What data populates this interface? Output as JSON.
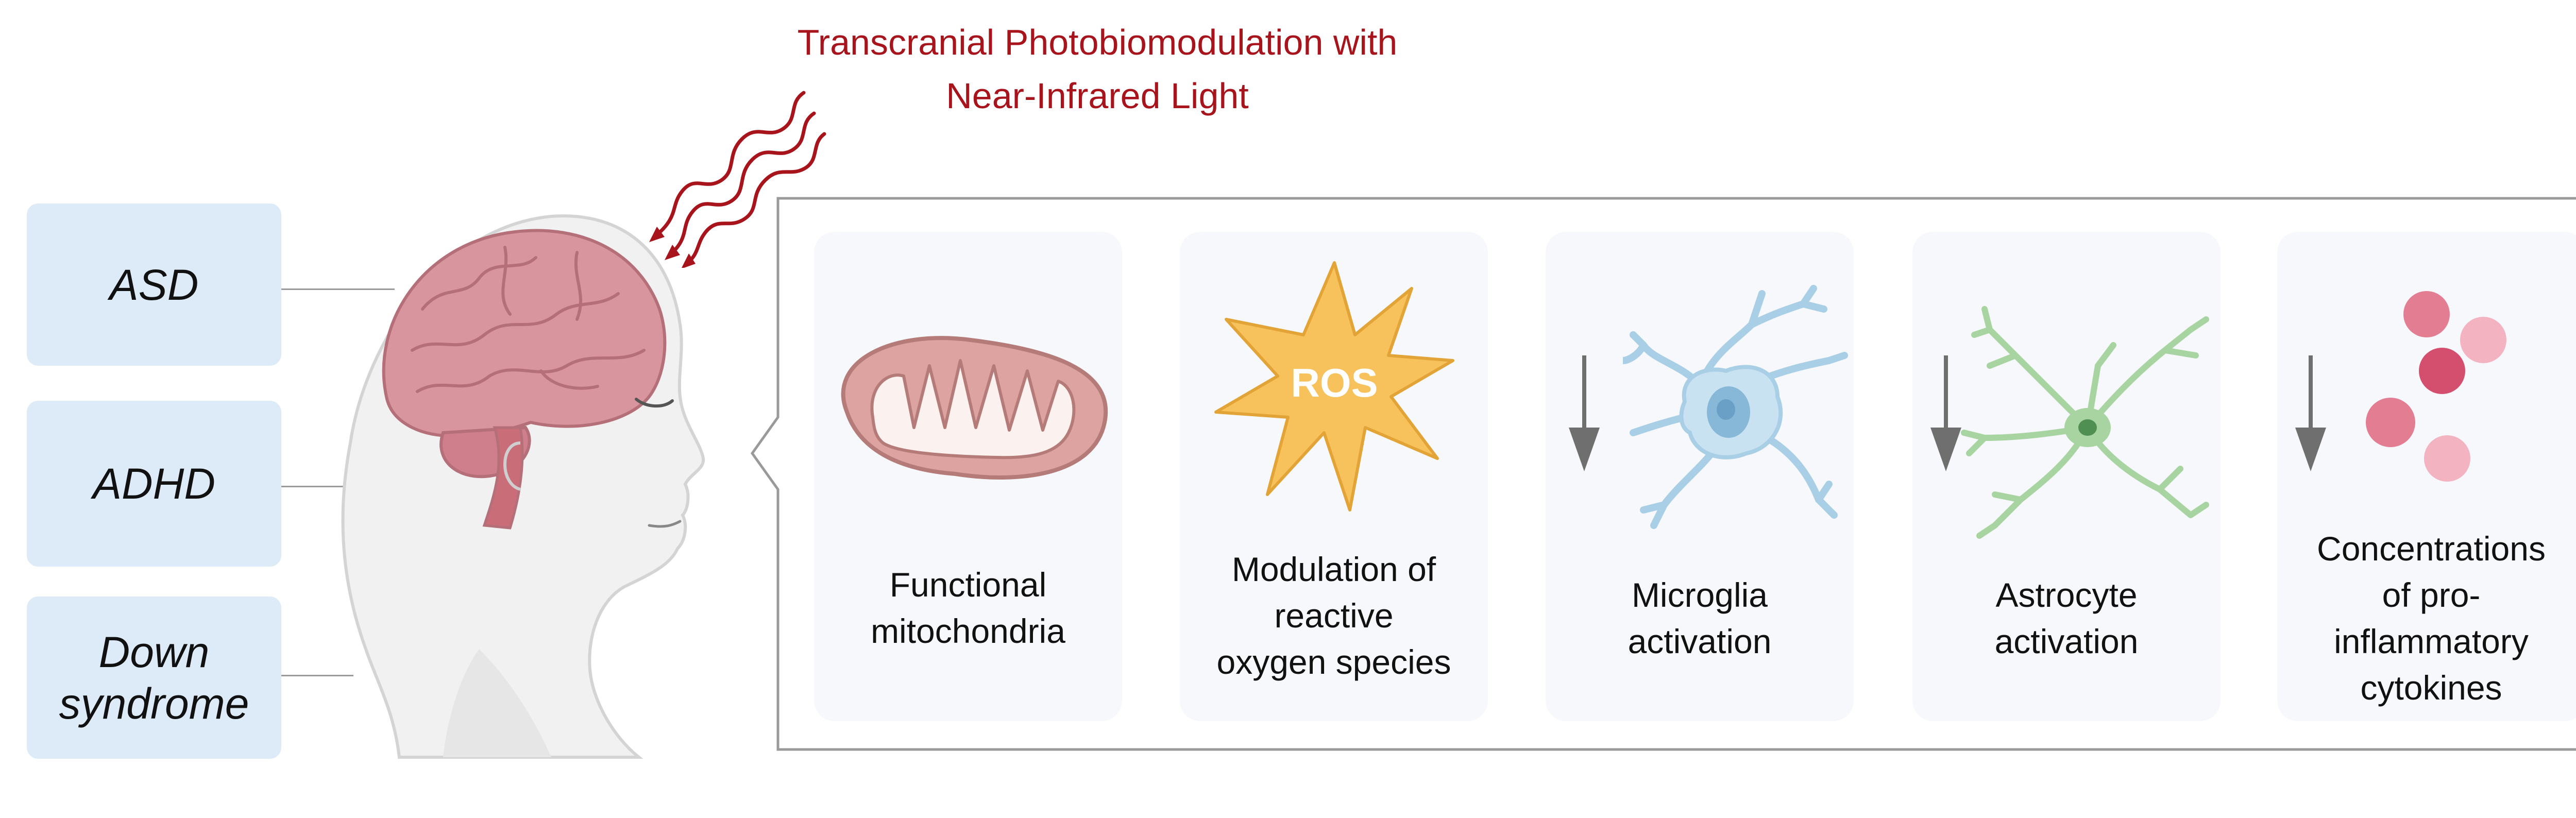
{
  "title": {
    "line1": "Transcranial Photobiomodulation with",
    "line2": "Near-Infrared Light"
  },
  "conditions": [
    {
      "lines": [
        "ASD"
      ]
    },
    {
      "lines": [
        "ADHD"
      ]
    },
    {
      "lines": [
        "Down",
        "syndrome"
      ]
    }
  ],
  "effects": [
    {
      "icon": "mitochondria-icon",
      "arrow": "none",
      "lines": [
        "Functional",
        "mitochondria"
      ]
    },
    {
      "icon": "ros-star-icon",
      "icon_text": "ROS",
      "arrow": "none",
      "lines": [
        "Modulation of",
        "reactive",
        "oxygen species"
      ]
    },
    {
      "icon": "microglia-icon",
      "arrow": "down",
      "lines": [
        "Microglia",
        "activation"
      ]
    },
    {
      "icon": "astrocyte-icon",
      "arrow": "down",
      "lines": [
        "Astrocyte",
        "activation"
      ]
    },
    {
      "icon": "cytokines-icon",
      "arrow": "down",
      "lines": [
        "Concentrations",
        "of pro-",
        "inflammatory",
        "cytokines"
      ]
    }
  ],
  "colors": {
    "title": "#a8141c",
    "condition_box": "#ddebf9",
    "brain": "#d9959e",
    "mitochondria": "#dca3a0",
    "ros_star": "#f7c25c",
    "microglia": "#c9e2f1",
    "astrocyte": "#a7d4a0",
    "cytokine": "#e27d92",
    "arrow": "#6f6f6f"
  }
}
